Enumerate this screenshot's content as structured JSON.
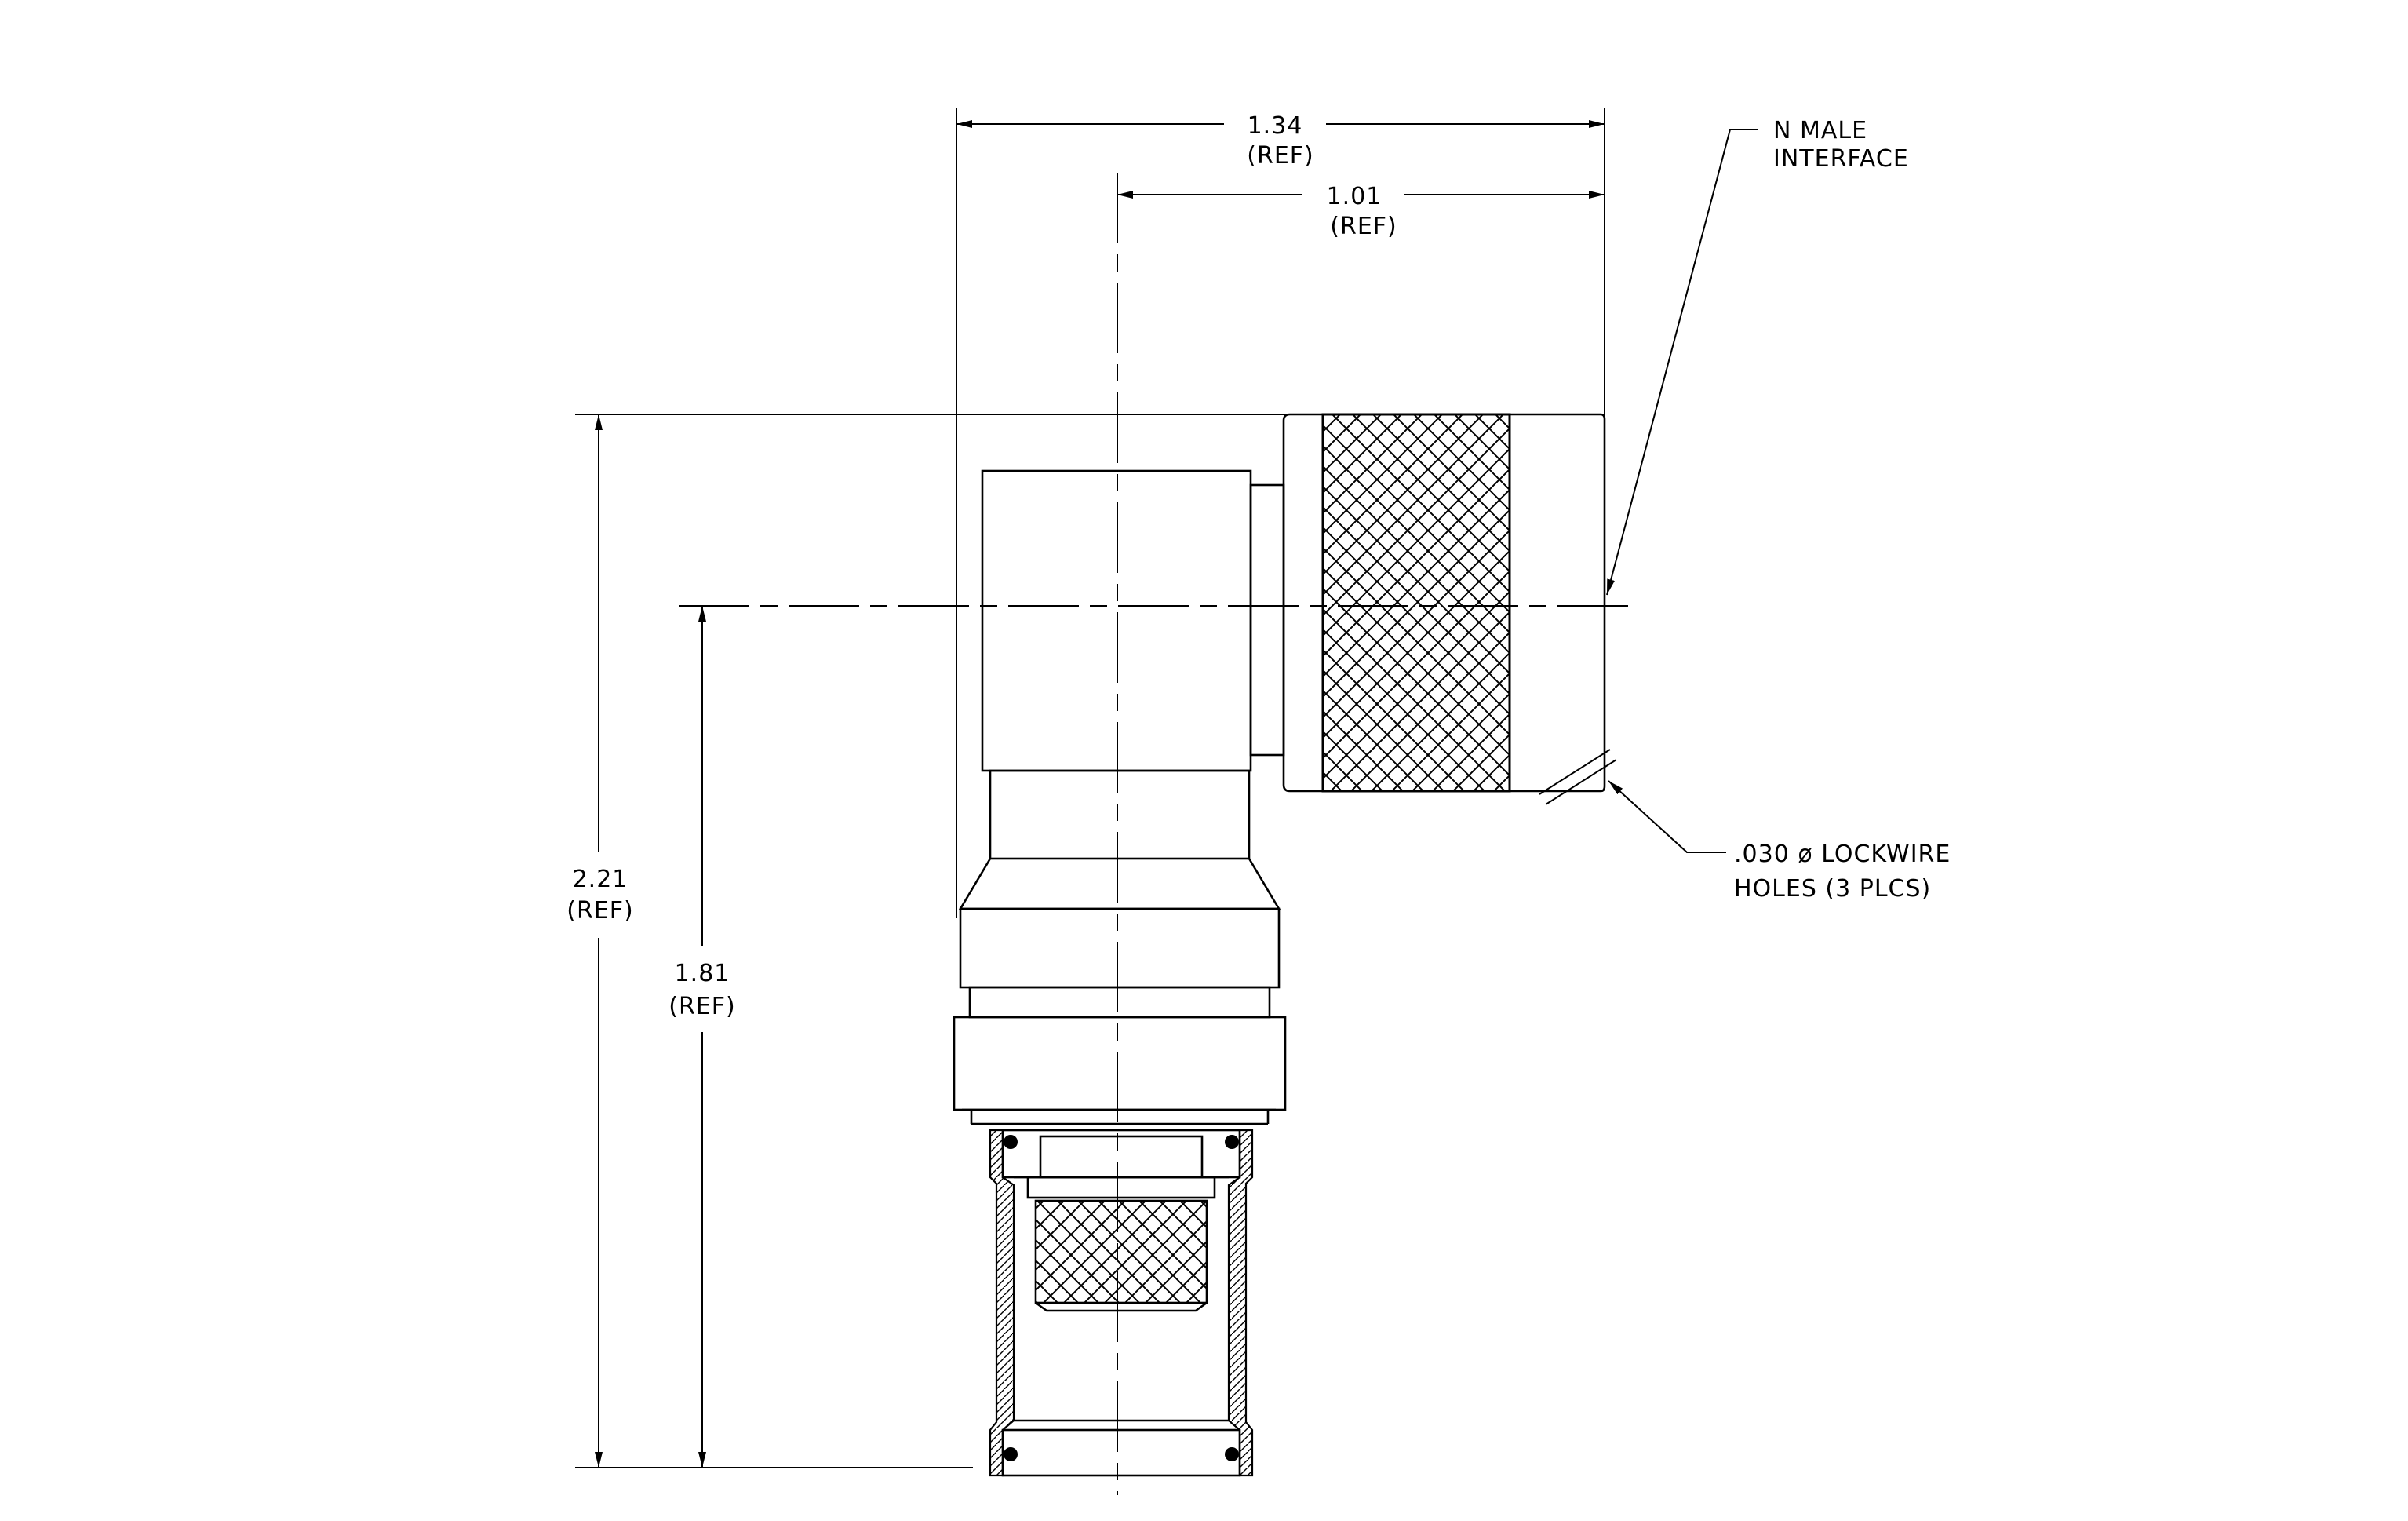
{
  "dimensions": {
    "overall_width": {
      "value": "1.34",
      "note": "(REF)"
    },
    "offset_width": {
      "value": "1.01",
      "note": "(REF)"
    },
    "overall_height": {
      "value": "2.21",
      "note": "(REF)"
    },
    "center_height": {
      "value": "1.81",
      "note": "(REF)"
    }
  },
  "callouts": {
    "interface": {
      "line1": "N MALE",
      "line2": "INTERFACE"
    },
    "lockwire": {
      "line1": ".030 ø LOCKWIRE",
      "line2": "HOLES (3 PLCS)"
    }
  }
}
